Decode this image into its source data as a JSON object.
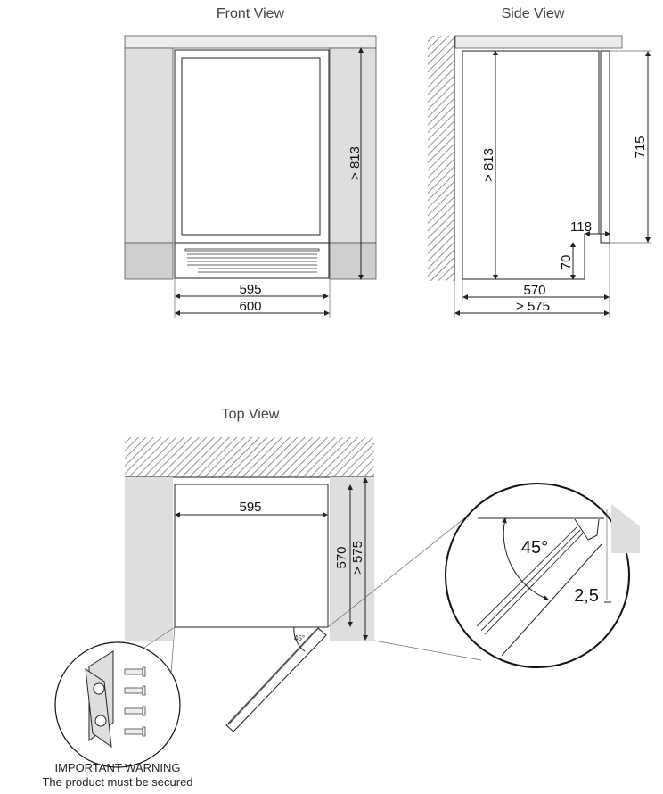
{
  "views": {
    "front": {
      "title": "Front View",
      "height_label": "> 813",
      "inner_width_label": "595",
      "outer_width_label": "600"
    },
    "side": {
      "title": "Side View",
      "height_label": "> 813",
      "door_height_label": "715",
      "plinth_depth_label": "118",
      "plinth_height_label": "70",
      "depth_label": "570",
      "min_depth_label": "> 575"
    },
    "top": {
      "title": "Top View",
      "width_label": "595",
      "depth_label": "570",
      "min_depth_label": "> 575",
      "door_angle_label": "45°"
    }
  },
  "detail": {
    "angle_label": "45°",
    "gap_label": "2,5"
  },
  "warning": {
    "title": "IMPORTANT WARNING",
    "text": "The product must be secured"
  },
  "colors": {
    "panel": "#dedede",
    "plinth": "#cfcfcf",
    "countertop": "#ececec",
    "line": "#222222"
  }
}
